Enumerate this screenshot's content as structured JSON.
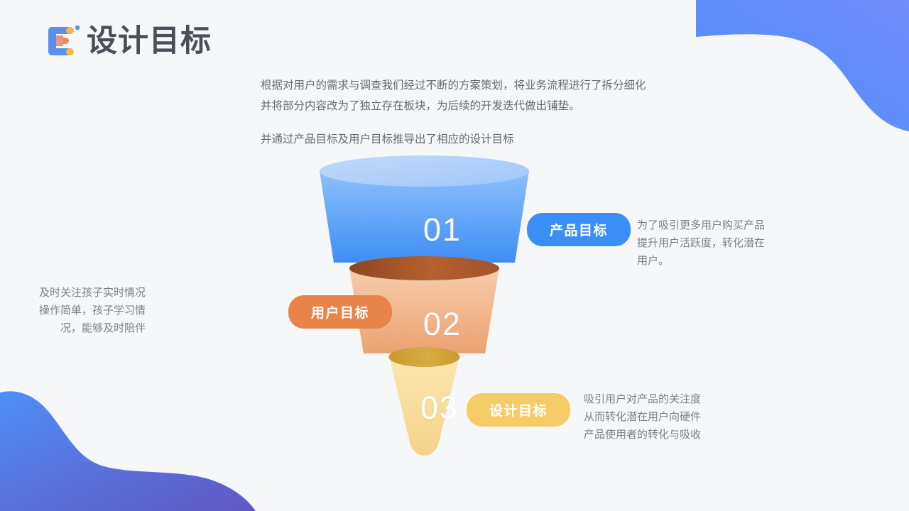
{
  "header": {
    "logo_icon": "letter-e-logo",
    "title": "设计目标"
  },
  "intro": {
    "paragraph1_line1": "根据对用户的需求与调查我们经过不断的方案策划，将业务流程进行了拆分细化",
    "paragraph1_line2": "并将部分内容改为了独立存在板块，为后续的开发迭代做出铺垫。",
    "paragraph2": "并通过产品目标及用户目标推导出了相应的设计目标"
  },
  "funnel": {
    "steps": [
      {
        "number": "01",
        "label": "产品目标",
        "label_color": "#3a8ef6",
        "body_color_top": "#8ec0fb",
        "body_color_bottom": "#3f8ef5",
        "cap_color": "#b3d2fb",
        "description_lines": [
          "为了吸引更多用户购买产品",
          "提升用户活跃度，转化潜在",
          "用户。"
        ]
      },
      {
        "number": "02",
        "label": "用户目标",
        "label_color": "#e8834a",
        "body_color_top": "#f3c5a1",
        "body_color_bottom": "#eca271",
        "cap_color": "#a9542a",
        "description_lines": [
          "及时关注孩子实时情况",
          "操作简单，孩子学习情",
          "况，能够及时陪伴"
        ]
      },
      {
        "number": "03",
        "label": "设计目标",
        "label_color": "#f5cc68",
        "body_color_top": "#fae5ab",
        "body_color_bottom": "#f7d488",
        "cap_color": "#cfa234",
        "description_lines": [
          "吸引用户对产品的关注度",
          "从而转化潜在用户向硬件",
          "产品使用者的转化与吸收"
        ]
      }
    ]
  },
  "decor": {
    "wave_top_right_start": "#6f8cfb",
    "wave_top_right_end": "#4f8ef7",
    "wave_bottom_left_start": "#4f8ef7",
    "wave_bottom_left_end": "#6257c4",
    "background": "#f6f7f9"
  }
}
